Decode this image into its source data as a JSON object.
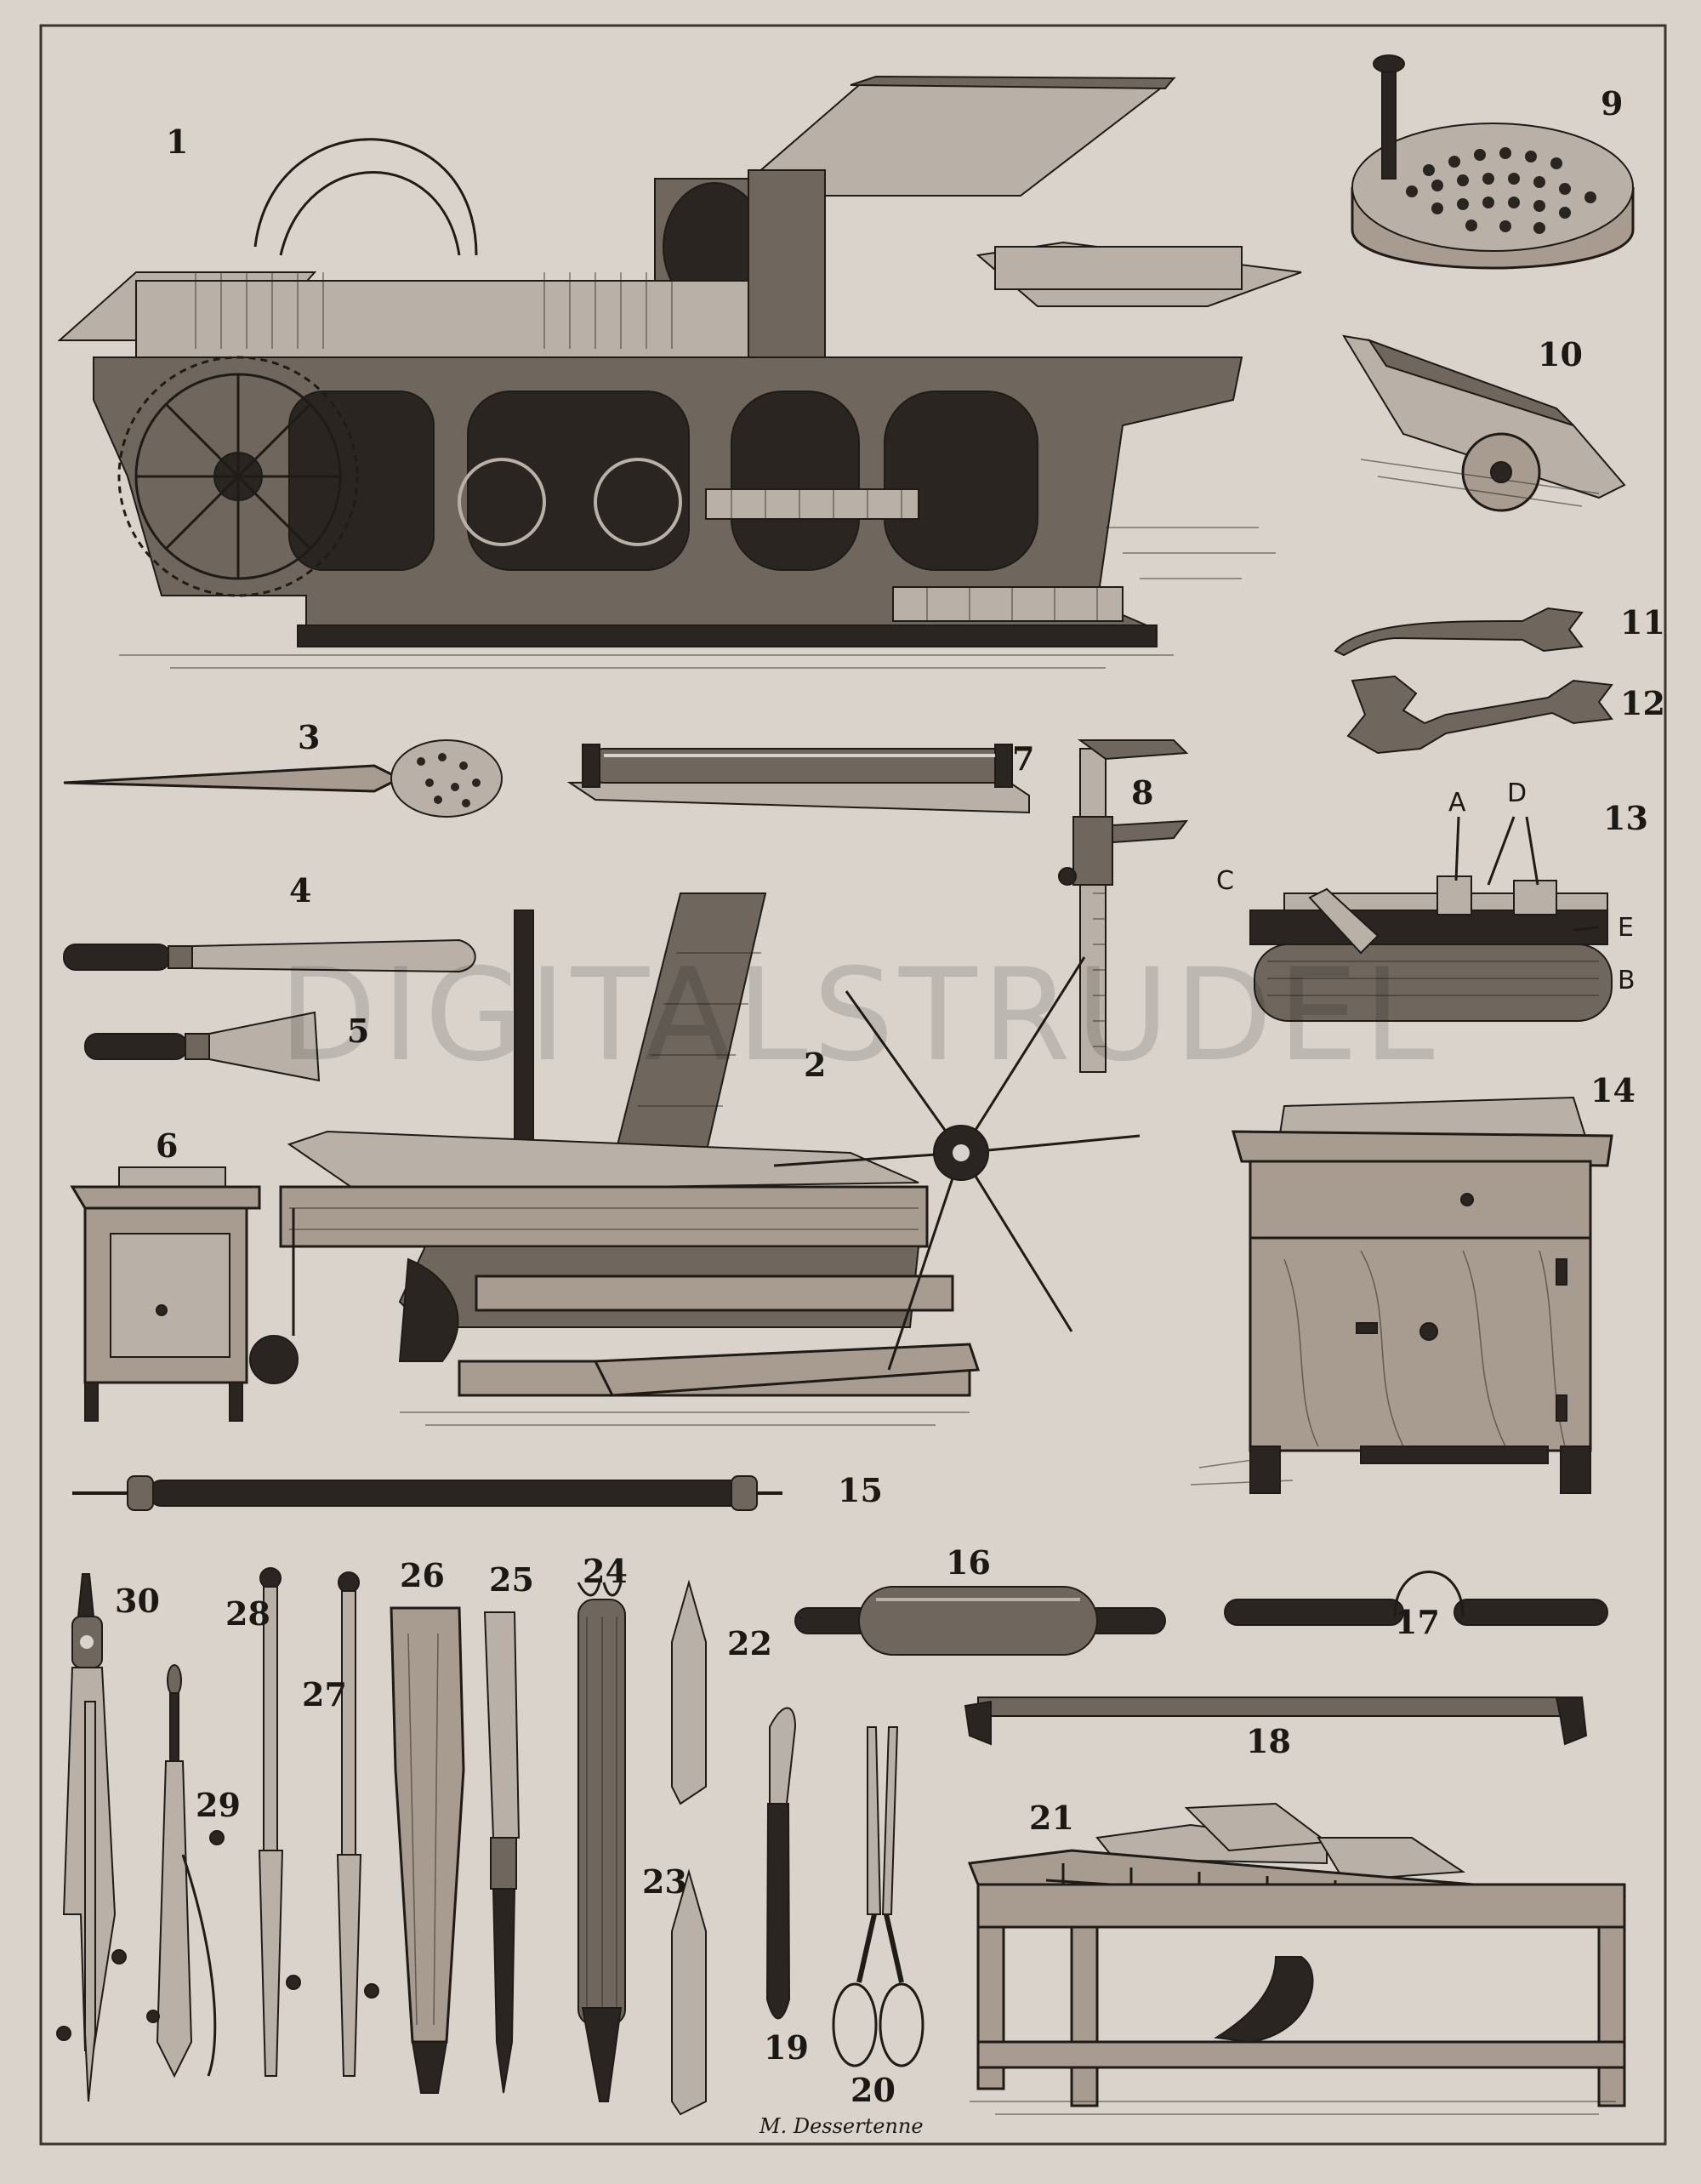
{
  "plate": {
    "watermark": "DIGITALSTRUDEL",
    "signature": "M. Dessertenne",
    "colors": {
      "paper": "#d9d3cc",
      "ink": "#1f1b17"
    }
  },
  "figures": [
    {
      "number": "1",
      "subject": "cylinder-press-icon"
    },
    {
      "number": "2",
      "subject": "hand-press-icon"
    },
    {
      "number": "3",
      "subject": "dabber-icon"
    },
    {
      "number": "4",
      "subject": "palette-knife-icon"
    },
    {
      "number": "5",
      "subject": "scraper-icon"
    },
    {
      "number": "6",
      "subject": "small-cabinet-icon"
    },
    {
      "number": "7",
      "subject": "roller-frame-icon"
    },
    {
      "number": "8",
      "subject": "caliper-icon"
    },
    {
      "number": "9",
      "subject": "round-stone-icon"
    },
    {
      "number": "10",
      "subject": "cart-icon"
    },
    {
      "number": "11",
      "subject": "small-wrench-icon"
    },
    {
      "number": "12",
      "subject": "double-wrench-icon"
    },
    {
      "number": "13",
      "subject": "stone-detail-icon"
    },
    {
      "number": "14",
      "subject": "stone-cabinet-icon"
    },
    {
      "number": "15",
      "subject": "long-rod-icon"
    },
    {
      "number": "16",
      "subject": "ink-roller-icon"
    },
    {
      "number": "17",
      "subject": "roller-handle-icon"
    },
    {
      "number": "18",
      "subject": "straight-edge-icon"
    },
    {
      "number": "19",
      "subject": "knife-icon"
    },
    {
      "number": "20",
      "subject": "scissors-icon"
    },
    {
      "number": "21",
      "subject": "stone-grinding-table-icon"
    },
    {
      "number": "22",
      "subject": "pen-point-icon"
    },
    {
      "number": "23",
      "subject": "pen-point-icon"
    },
    {
      "number": "24",
      "subject": "brush-holder-icon"
    },
    {
      "number": "25",
      "subject": "brush-icon"
    },
    {
      "number": "26",
      "subject": "flat-brush-icon"
    },
    {
      "number": "27",
      "subject": "ruling-pen-icon"
    },
    {
      "number": "28",
      "subject": "ruling-pen-icon"
    },
    {
      "number": "29",
      "subject": "small-compass-icon"
    },
    {
      "number": "30",
      "subject": "compass-icon"
    }
  ],
  "detail_13_letters": [
    "A",
    "D",
    "C",
    "E",
    "B"
  ]
}
